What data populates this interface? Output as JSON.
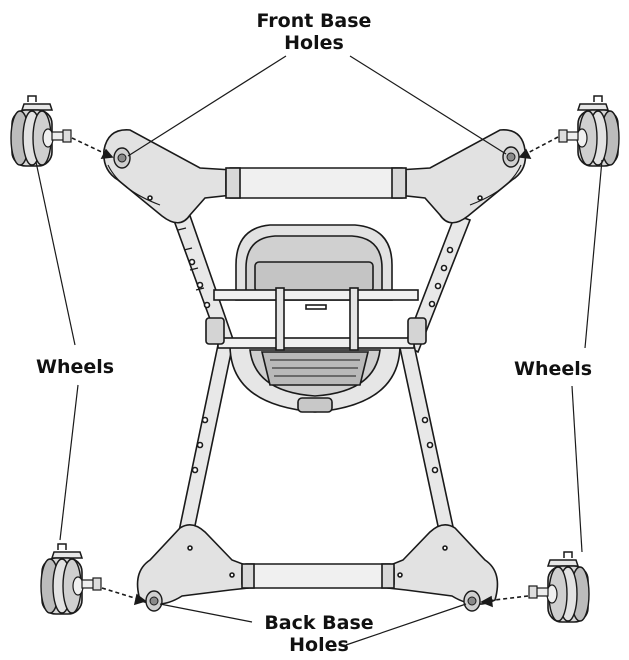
{
  "labels": {
    "front_base_holes": [
      "Front Base",
      "Holes"
    ],
    "back_base_holes": [
      "Back Base",
      "Holes"
    ],
    "wheels_left": "Wheels",
    "wheels_right": "Wheels"
  },
  "colors": {
    "line": "#1a1a1a",
    "frame_fill": "#e4e4e4",
    "tray_fill": "#d2d2d2",
    "shadow_fill": "#bdbdbd",
    "wheel_fill": "#cfcfcf",
    "background": "#ffffff"
  },
  "icons": {
    "wheel": "caster-wheel-icon",
    "hole": "base-hole-icon"
  }
}
